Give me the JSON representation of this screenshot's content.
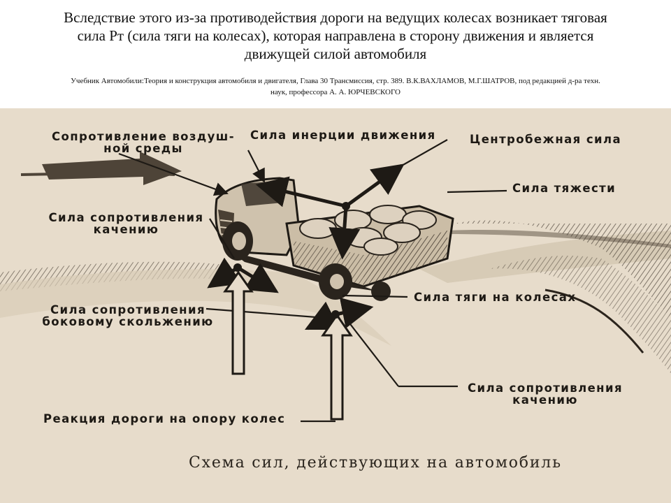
{
  "header": {
    "title": "Вследствие этого из-за противодействия дороги на ведущих колесах возникает тяговая\nсила Рт (сила тяги на колесах), которая направлена в сторону движения и является\nдвижущей силой автомобиля",
    "citation": "Учебник Автомобили:Теория и конструкция автомобиля и двигателя, Глава 30 Трансмиссия, стр. 389.  В.К.ВАХЛАМОВ, М.Г.ШАТРОВ, под редакцией  д-ра техн.\nнаук, профессора А. А. ЮРЧЕВСКОГО"
  },
  "figure": {
    "labels": {
      "air_resistance": "Сопротивление воздуш-\nной среды",
      "inertia": "Сила инерции движения",
      "centrifugal": "Центробежная сила",
      "gravity": "Сила тяжести",
      "rolling_front": "Сила сопротивления\nкачению",
      "traction": "Сила тяги на колесах",
      "lateral_slip": "Сила сопротивления\nбоковому скольжению",
      "rolling_rear": "Сила сопротивления\nкачению",
      "road_reaction": "Реакция дороги на опору колес"
    },
    "caption": "Схема сил, действующих на автомобиль"
  }
}
